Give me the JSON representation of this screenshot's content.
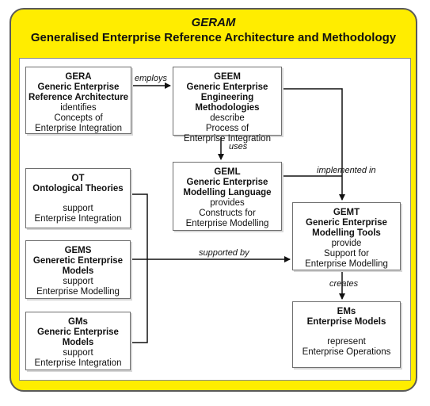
{
  "header": {
    "title": "GERAM",
    "subtitle": "Generalised Enterprise Reference Architecture and Methodology"
  },
  "boxes": {
    "gera": {
      "l1": "GERA",
      "l2": "Generic Enterprise",
      "l3": "Reference Architecture",
      "l4": "identifies",
      "l5": "Concepts of",
      "l6": "Enterprise Integration"
    },
    "geem": {
      "l1": "GEEM",
      "l2": "Generic Enterprise",
      "l3": "Engineering Methodologies",
      "l4": "describe",
      "l5": "Process of",
      "l6": "Enterprise Integration"
    },
    "geml": {
      "l1": "GEML",
      "l2": "Generic Enterprise",
      "l3": "Modelling Language",
      "l4": "provides",
      "l5": "Constructs for",
      "l6": "Enterprise Modelling"
    },
    "ot": {
      "l1": "OT",
      "l2": "Ontological Theories",
      "l3": "support",
      "l4": "Enterprise Integration"
    },
    "gems": {
      "l1": "GEMS",
      "l2": "Generetic Enterprise",
      "l3": "Models",
      "l4": "support",
      "l5": "Enterprise Modelling"
    },
    "gms": {
      "l1": "GMs",
      "l2": "Generic Enterprise",
      "l3": "Models",
      "l4": "support",
      "l5": "Enterprise Integration"
    },
    "gemt": {
      "l1": "GEMT",
      "l2": "Generic Enterprise",
      "l3": "Modelling Tools",
      "l4": "provide",
      "l5": "Support for",
      "l6": "Enterprise Modelling"
    },
    "ems": {
      "l1": "EMs",
      "l2": "Enterprise Models",
      "l3": "represent",
      "l4": "Enterprise Operations"
    }
  },
  "edges": {
    "employs": "employs",
    "uses": "uses",
    "implemented_in": "implemented in",
    "supported_by": "supported by",
    "creates": "creates"
  }
}
